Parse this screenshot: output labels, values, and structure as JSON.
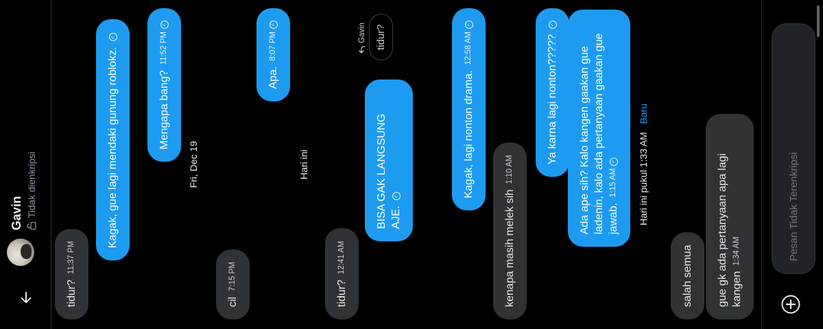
{
  "header": {
    "contact_name": "Gavin",
    "encryption_status": "Tidak dienkripsi"
  },
  "messages": [
    {
      "text": "tidur?",
      "time": "11:37 PM",
      "direction": "in"
    },
    {
      "text": "Kagak, gue lagi mendaki gunung roblokz.",
      "direction": "out"
    },
    {
      "text": "Mengapa bang?",
      "time": "11:52 PM",
      "direction": "out"
    },
    {
      "text": "cil",
      "time": "7:15 PM",
      "direction": "in"
    },
    {
      "text": "Apa.",
      "time": "8:07 PM",
      "direction": "out"
    },
    {
      "text": "tidur?",
      "time": "12:41 AM",
      "direction": "in"
    },
    {
      "text": "BISA GAK LANGSUNG AJE.",
      "direction": "out"
    },
    {
      "text": "Kagak, lagi nonton drama.",
      "time": "12:58 AM",
      "direction": "out"
    },
    {
      "text": "kenapa masih melek sih",
      "time": "1:10 AM",
      "direction": "in"
    },
    {
      "text": "Ya karna lagi nonton?????",
      "direction": "out"
    },
    {
      "text": "Ada ape sih? Kalo kangen gaakan gue ladenin, kalo ada pertanyaan gaakan gue jawab.",
      "time": "1:15 AM",
      "direction": "out"
    },
    {
      "text": "salah semua",
      "direction": "in"
    },
    {
      "text": "gue gk ada pertanyaan apa lagi kangen",
      "time": "1:34 AM",
      "direction": "in"
    }
  ],
  "dividers": {
    "date_1": "Fri, Dec 19",
    "date_2": "Hari ini",
    "new_messages": "Hari ini pukul 1:33 AM",
    "new_badge": "Baru"
  },
  "reply_context": {
    "label": "Gavin",
    "quoted_text": "tidur?"
  },
  "composer": {
    "placeholder": "Pesan Tidak Terenkripsi"
  },
  "colors": {
    "background": "#000000",
    "incoming_bubble": "#2f3336",
    "outgoing_bubble": "#1d9bf0",
    "badge": "#1d9bf0",
    "muted_text": "#8b98a5"
  },
  "icons": [
    "back-arrow-icon",
    "lock-open-icon",
    "reply-arrow-icon",
    "read-check-icon",
    "add-circle-icon"
  ]
}
